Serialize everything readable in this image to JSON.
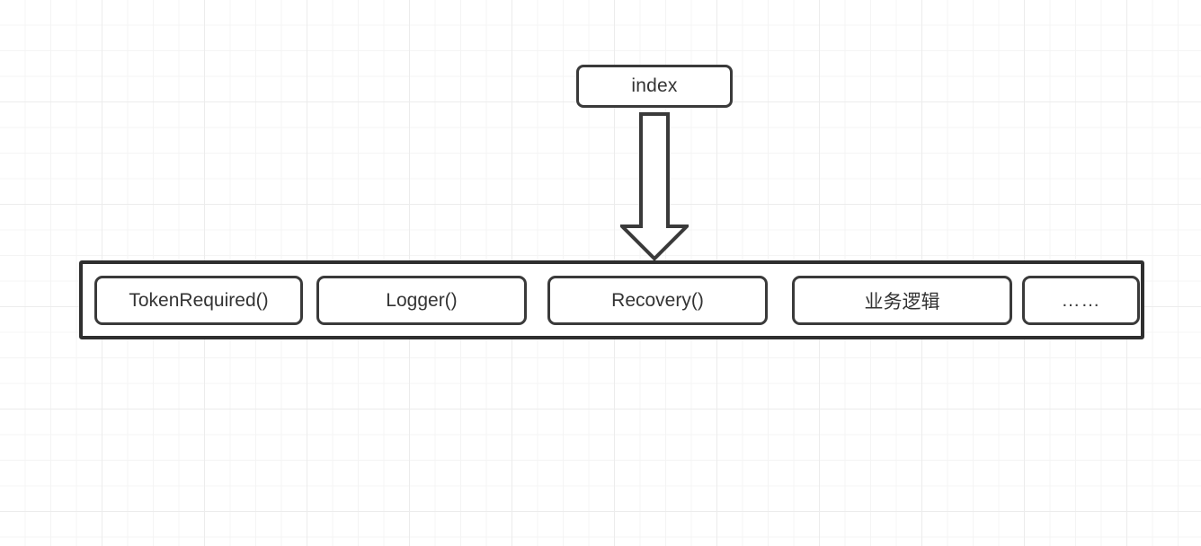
{
  "diagram": {
    "title": "index",
    "entry_node": {
      "label": "index",
      "shape": "rounded-rect"
    },
    "arrow": {
      "direction": "down",
      "style": "block-outline-arrow",
      "stroke_color": "#3a3a3a",
      "fill_color": "#ffffff"
    },
    "middleware_chain": {
      "container_border_color": "#2f2f2f",
      "items": [
        {
          "label": "TokenRequired()"
        },
        {
          "label": "Logger()"
        },
        {
          "label": "Recovery()"
        },
        {
          "label": "业务逻辑"
        },
        {
          "label": "……"
        }
      ]
    },
    "colors": {
      "background": "#ffffff",
      "grid_minor": "#f4f4f4",
      "grid_major": "#ececec",
      "node_border": "#3a3a3a",
      "text": "#333333"
    }
  }
}
